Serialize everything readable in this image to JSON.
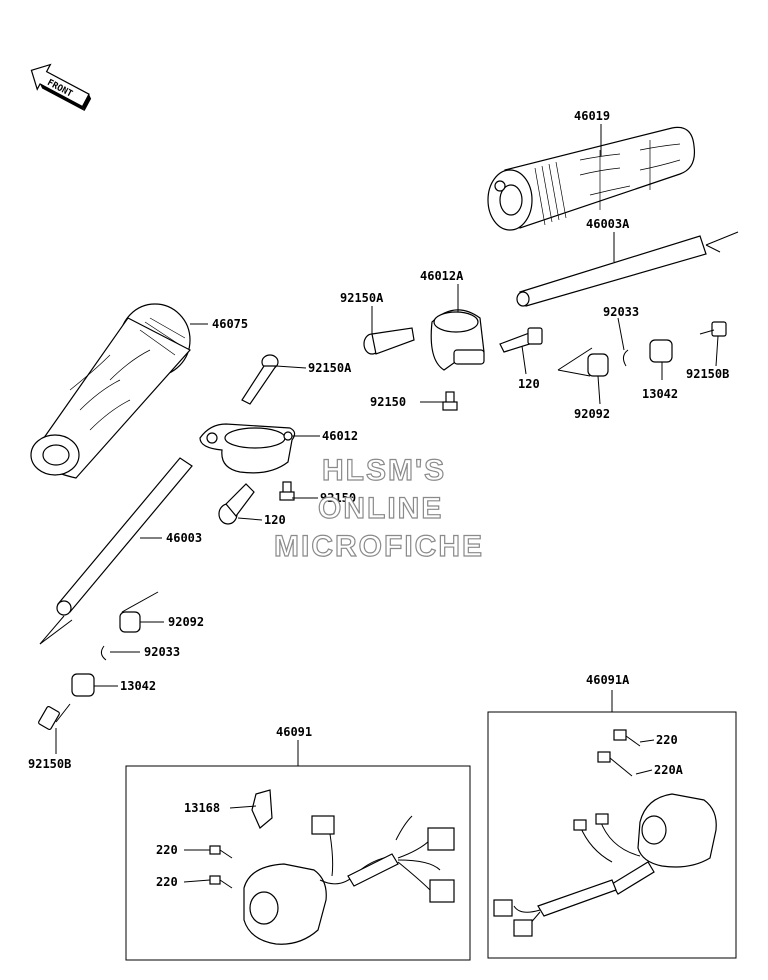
{
  "front_badge": "FRONT",
  "watermark": [
    "HLSM'S",
    "ONLINE",
    "MICROFICHE"
  ],
  "labels": {
    "p46019": "46019",
    "p46003A": "46003A",
    "p46012A": "46012A",
    "p92150A_top": "92150A",
    "p92033_top": "92033",
    "p46075": "46075",
    "p92150A_mid": "92150A",
    "p120_right": "120",
    "p13042_top": "13042",
    "p92150B_top": "92150B",
    "p92150_right": "92150",
    "p92092_top": "92092",
    "p46012": "46012",
    "p92150_left": "92150",
    "p120_left": "120",
    "p46003": "46003",
    "p92092_low": "92092",
    "p92033_low": "92033",
    "p13042_low": "13042",
    "p92150B_low": "92150B",
    "p46091A": "46091A",
    "p46091": "46091",
    "p220_r1": "220",
    "p220A": "220A",
    "p13168": "13168",
    "p220_l1": "220",
    "p220_l2": "220"
  }
}
